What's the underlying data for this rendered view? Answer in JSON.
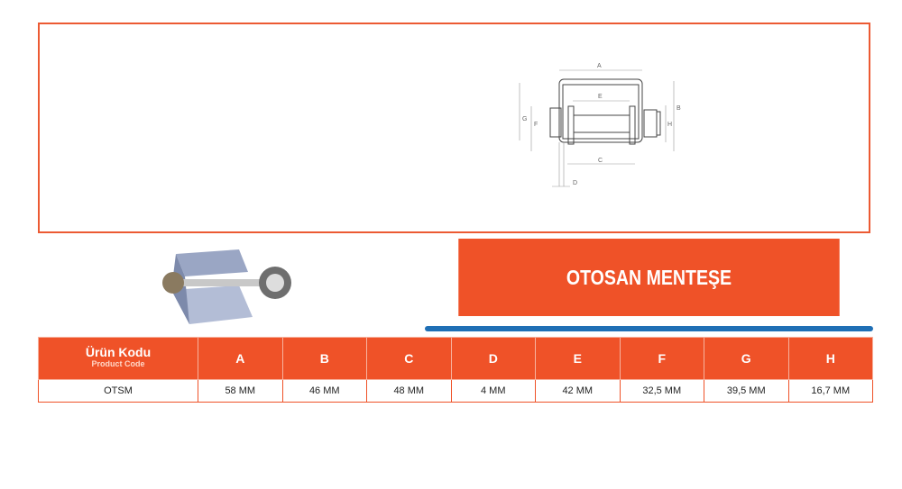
{
  "drawing": {
    "labels": [
      "A",
      "E",
      "G",
      "F",
      "H",
      "B",
      "C",
      "D"
    ]
  },
  "title": "OTOSAN MENTEŞE",
  "table": {
    "code_header": "Ürün Kodu",
    "code_sub": "Product Code",
    "columns": [
      "A",
      "B",
      "C",
      "D",
      "E",
      "F",
      "G",
      "H"
    ],
    "row": {
      "code": "OTSM",
      "values": [
        "58 MM",
        "46 MM",
        "48 MM",
        "4 MM",
        "42 MM",
        "32,5 MM",
        "39,5 MM",
        "16,7 MM"
      ]
    }
  },
  "colors": {
    "accent": "#ef5228",
    "blue": "#1f6fb5"
  }
}
